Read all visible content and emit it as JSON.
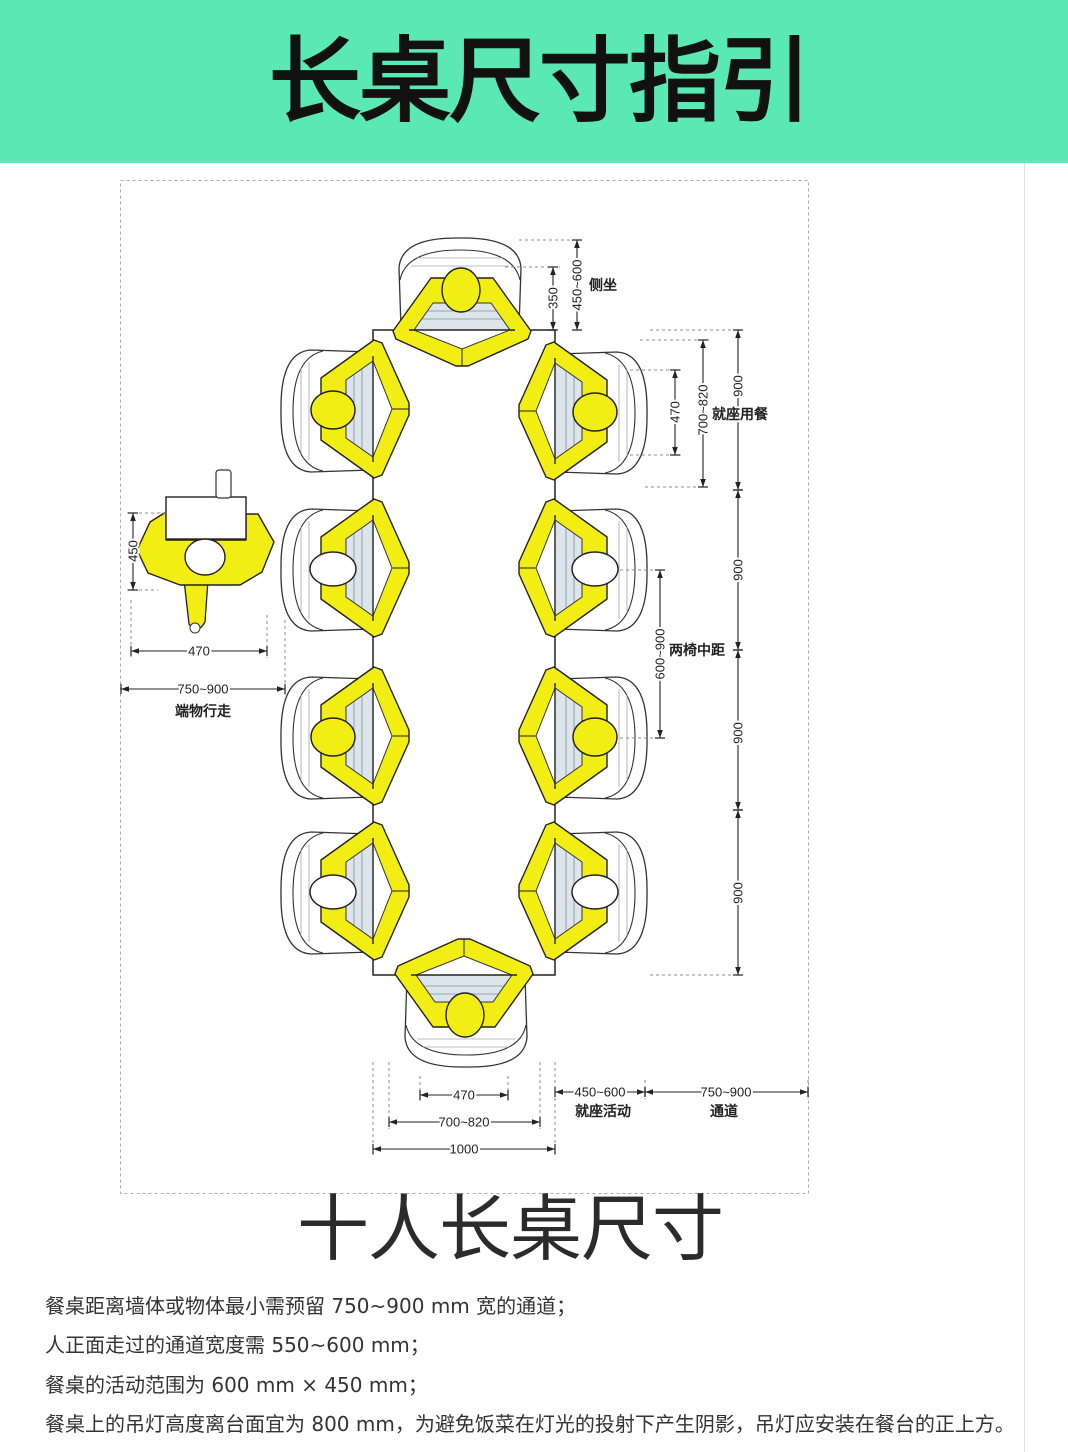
{
  "title": "长桌尺寸指引",
  "subtitle": "十人长桌尺寸",
  "notes": [
    "餐桌距离墙体或物体最小需预留 750~900 mm 宽的通道；",
    "人正面走过的通道宽度需 550~600 mm；",
    "餐桌的活动范围为 600 mm × 450 mm；",
    "餐桌上的吊灯高度离台面宜为 800 mm，为避免饭菜在灯光的投射下产生阴影，吊灯应安装在餐台的正上方。"
  ],
  "colors": {
    "banner": "#5ae8b4",
    "figure": "#f2ee14"
  },
  "diagram": {
    "dims": {
      "top_350": "350",
      "top_450_600": "450~600",
      "side_470": "470",
      "side_700_820": "700~820",
      "spacing_900": [
        "900",
        "900",
        "900",
        "900"
      ],
      "chair_pitch": "600~900",
      "waiter_450": "450",
      "waiter_470": "470",
      "waiter_750_900": "750~900",
      "bottom_470": "470",
      "bottom_700_820": "700~820",
      "bottom_1000": "1000",
      "bottom_450_600": "450~600",
      "bottom_750_900": "750~900"
    },
    "labels": {
      "side_seating": "侧坐",
      "seated_dining": "就座用餐",
      "chair_spacing": "两椅中距",
      "carrying_walk": "端物行走",
      "seated_activity": "就座活动",
      "aisle": "通道"
    }
  }
}
